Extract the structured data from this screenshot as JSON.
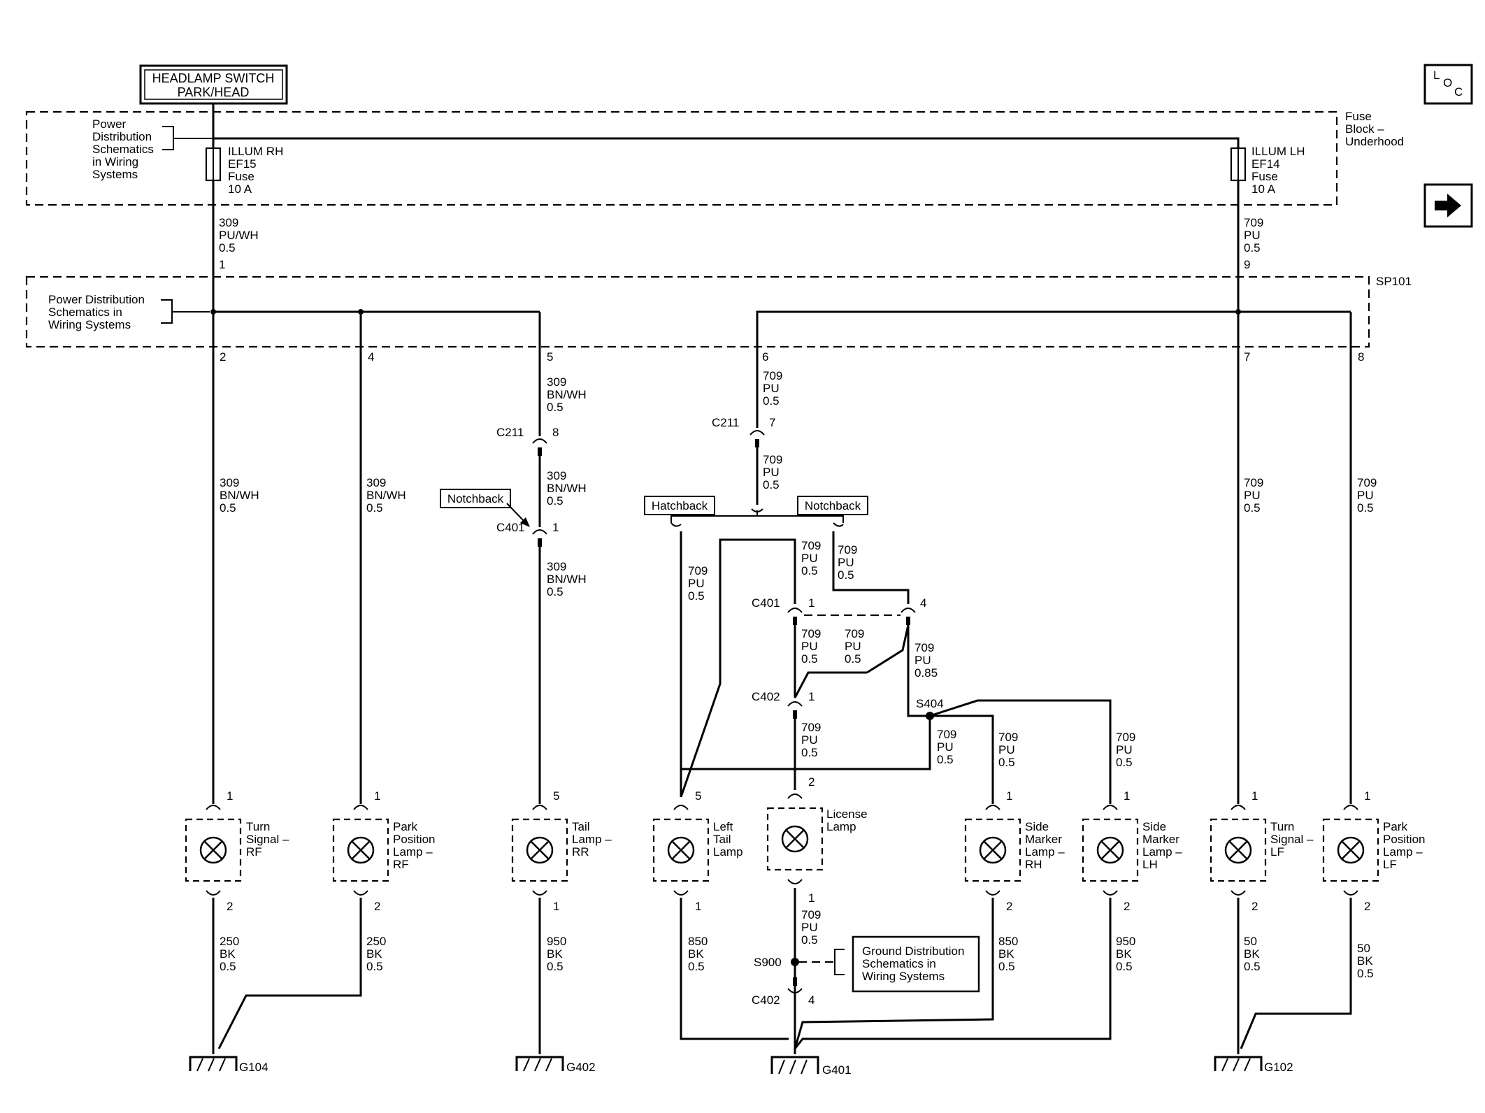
{
  "header": {
    "title_line1": "HEADLAMP SWITCH",
    "title_line2": "PARK/HEAD"
  },
  "nav": {
    "loc_l": "L",
    "loc_o": "O",
    "loc_c": "C"
  },
  "fuse_block": [
    "Fuse",
    "Block –",
    "Underhood"
  ],
  "ref_power_top": [
    "Power",
    "Distribution",
    "Schematics",
    "in Wiring",
    "Systems"
  ],
  "ref_power_mid": [
    "Power Distribution",
    "Schematics in",
    "Wiring Systems"
  ],
  "ref_ground": [
    "Ground Distribution",
    "Schematics in",
    "Wiring Systems"
  ],
  "fuse_rh": [
    "ILLUM RH",
    "EF15",
    "Fuse",
    "10 A"
  ],
  "fuse_lh": [
    "ILLUM LH",
    "EF14",
    "Fuse",
    "10 A"
  ],
  "splice_sp101": "SP101",
  "wires": {
    "w309_pu_wh": [
      "309",
      "PU/WH",
      "0.5"
    ],
    "w709_pu": [
      "709",
      "PU",
      "0.5"
    ],
    "w309_bn_wh": [
      "309",
      "BN/WH",
      "0.5"
    ],
    "w709_pu_085": [
      "709",
      "PU",
      "0.85"
    ],
    "w250_bk": [
      "250",
      "BK",
      "0.5"
    ],
    "w950_bk": [
      "950",
      "BK",
      "0.5"
    ],
    "w850_bk": [
      "850",
      "BK",
      "0.5"
    ],
    "w50_bk": [
      "50",
      "BK",
      "0.5"
    ]
  },
  "pins": {
    "p1": "1",
    "p2": "2",
    "p4": "4",
    "p5": "5",
    "p6": "6",
    "p7": "7",
    "p8": "8",
    "p9": "9"
  },
  "connectors": {
    "c211": "C211",
    "c401": "C401",
    "c402": "C402"
  },
  "options": {
    "hatchback": "Hatchback",
    "notchback": "Notchback"
  },
  "splices": {
    "s404": "S404",
    "s900": "S900"
  },
  "grounds": {
    "g104": "G104",
    "g402": "G402",
    "g401": "G401",
    "g102": "G102"
  },
  "lamps": {
    "turn_rf": [
      "Turn",
      "Signal –",
      "RF"
    ],
    "park_rf": [
      "Park",
      "Position",
      "Lamp –",
      "RF"
    ],
    "tail_rr": [
      "Tail",
      "Lamp –",
      "RR"
    ],
    "left_tail": [
      "Left",
      "Tail",
      "Lamp"
    ],
    "license": [
      "License",
      "Lamp"
    ],
    "side_rh": [
      "Side",
      "Marker",
      "Lamp –",
      "RH"
    ],
    "side_lh": [
      "Side",
      "Marker",
      "Lamp –",
      "LH"
    ],
    "turn_lf": [
      "Turn",
      "Signal –",
      "LF"
    ],
    "park_lf": [
      "Park",
      "Position",
      "Lamp –",
      "LF"
    ]
  }
}
